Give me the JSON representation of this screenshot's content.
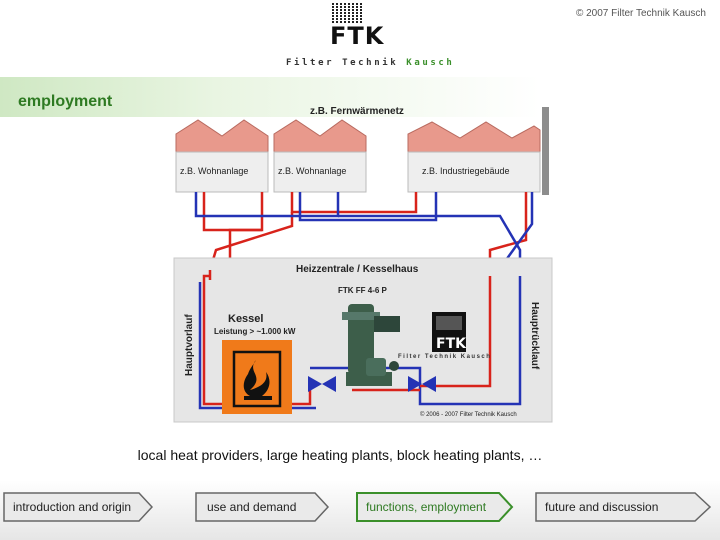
{
  "copyright": "© 2007 Filter Technik Kausch",
  "logo": {
    "mark": "FTK",
    "sub_before": "Filter Technik",
    "sub_after": "Kausch"
  },
  "page_title": "employment",
  "diagram": {
    "network_label": "z.B. Fernwärmenetz",
    "buildings": [
      "z.B. Wohnanlage",
      "z.B. Wohnanlage",
      "z.B. Industriegebäude"
    ],
    "central_label": "Heizzentrale / Kesselhaus",
    "flow_label": "Hauptvorlauf",
    "return_label": "Hauptrücklauf",
    "boiler_label": "Kessel",
    "power_label": "Leistung > ~1.000 kW",
    "filter_model": "FTK FF 4-6 P",
    "logo_sub": "Filter Technik Kausch",
    "copyright": "© 2006 - 2007 Filter Technik Kausch",
    "colors": {
      "flow": "#d8231b",
      "return": "#2433b5",
      "roof": "#e8998c",
      "fire": "#f07a1a"
    }
  },
  "caption": "local heat providers,  large heating plants,  block heating plants, …",
  "nav": [
    {
      "label": "introduction and origin",
      "active": false
    },
    {
      "label": "use and demand",
      "active": false
    },
    {
      "label": "functions, employment",
      "active": true
    },
    {
      "label": "future and discussion",
      "active": false
    }
  ],
  "icons": [
    "flame-warning-icon",
    "filter-unit-icon",
    "valve-icon",
    "nav-arrow-icon"
  ]
}
